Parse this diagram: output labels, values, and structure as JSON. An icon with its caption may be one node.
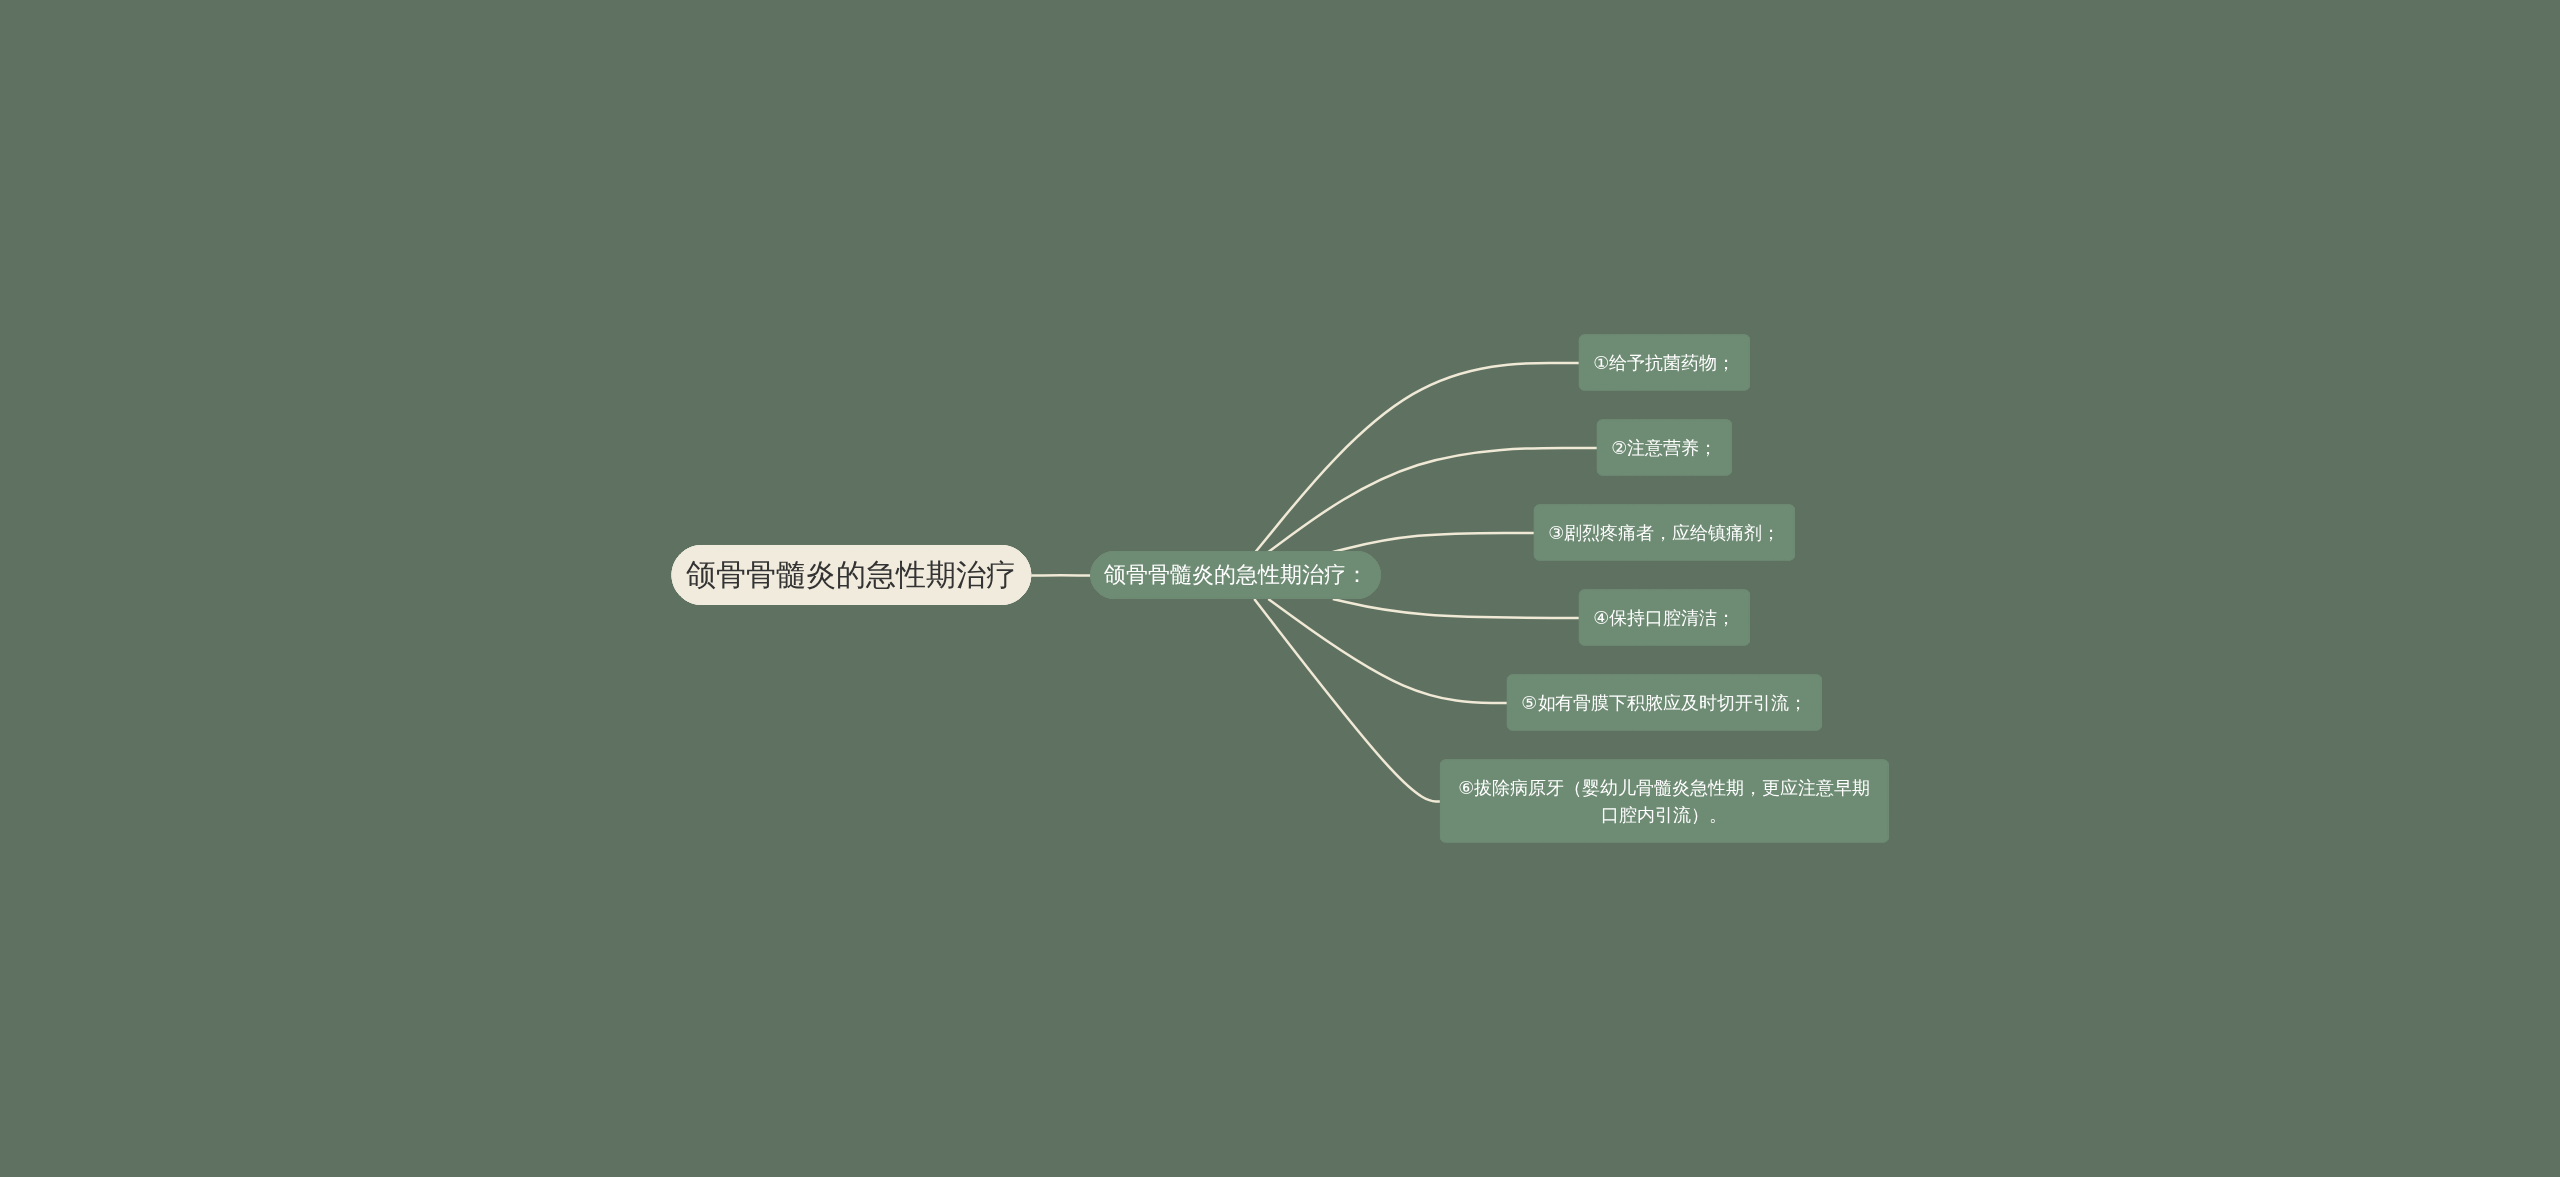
{
  "diagram": {
    "nodes": [
      {
        "text": [
          "颌骨骨髓炎的急性期治疗"
        ]
      },
      {
        "text": [
          "颌骨骨髓炎的急性期治疗："
        ]
      },
      {
        "text": [
          "①给予抗菌药物；"
        ]
      },
      {
        "text": [
          "②注意营养；"
        ]
      },
      {
        "text": [
          "③剧烈疼痛者，应给镇痛剂；"
        ]
      },
      {
        "text": [
          "④保持口腔清洁；"
        ]
      },
      {
        "text": [
          "⑤如有骨膜下积脓应及时切开引流；"
        ]
      },
      {
        "text": [
          "⑥拔除病原牙（婴幼儿骨髓炎急性期，更应注意早期口腔内引流）。"
        ]
      }
    ],
    "edges": [
      {
        "from": 0,
        "to": 1,
        "arrow": "none"
      },
      {
        "from": 1,
        "to": 2,
        "arrow": "none"
      },
      {
        "from": 1,
        "to": 3,
        "arrow": "none"
      },
      {
        "from": 1,
        "to": 4,
        "arrow": "none"
      },
      {
        "from": 1,
        "to": 5,
        "arrow": "none"
      },
      {
        "from": 1,
        "to": 6,
        "arrow": "none"
      },
      {
        "from": 1,
        "to": 7,
        "arrow": "none"
      }
    ]
  }
}
